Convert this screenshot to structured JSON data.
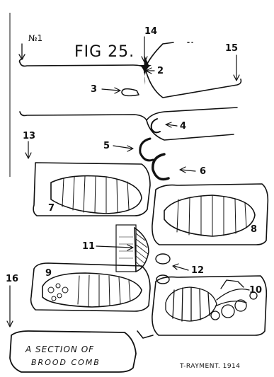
{
  "figure": {
    "id_mark": "№1",
    "title": "FIG 25.",
    "caption_line1": "A SECTION OF",
    "caption_line2": "BROOD COMB",
    "signature": "T-RAYMENT. 1914"
  },
  "labels": {
    "n2": "2",
    "n3": "3",
    "n4": "4",
    "n5": "5",
    "n6": "6",
    "n7": "7",
    "n8": "8",
    "n9": "9",
    "n10": "10",
    "n11": "11",
    "n12": "12",
    "n13": "13",
    "n14": "14",
    "n15": "15",
    "n16": "16"
  },
  "colors": {
    "ink": "#111111",
    "paper": "#ffffff"
  }
}
